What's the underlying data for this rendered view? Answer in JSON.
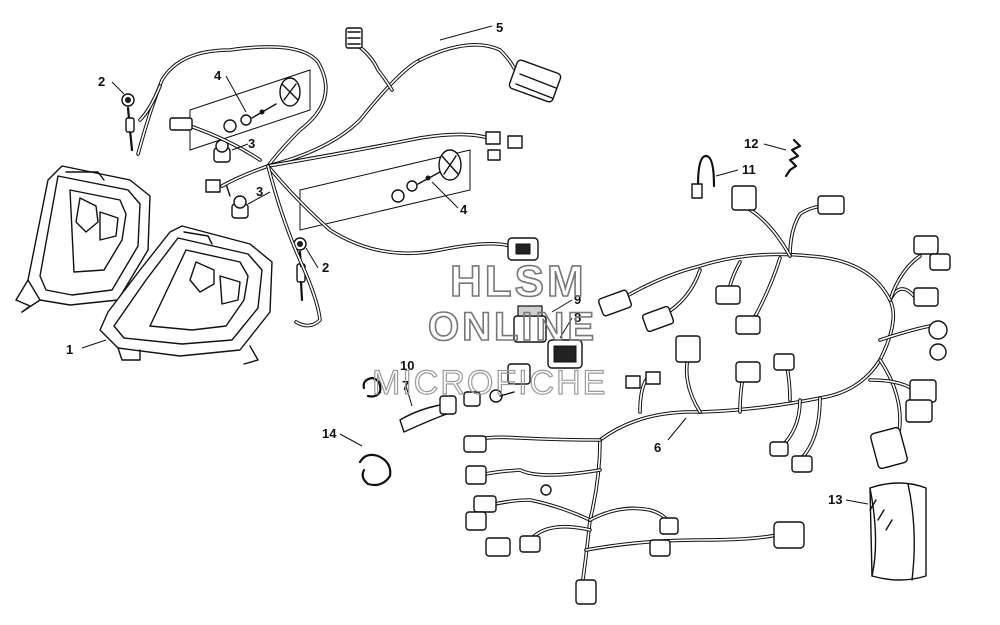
{
  "watermark": {
    "line1": "HLSM",
    "line2": "ONLINE",
    "line3": "MICROFICHE"
  },
  "callouts": {
    "c1": "1",
    "c2a": "2",
    "c2b": "2",
    "c3a": "3",
    "c3b": "3",
    "c4a": "4",
    "c4b": "4",
    "c5": "5",
    "c6": "6",
    "c7": "7",
    "c8": "8",
    "c9": "9",
    "c10": "10",
    "c11": "11",
    "c12": "12",
    "c13": "13",
    "c14": "14"
  }
}
